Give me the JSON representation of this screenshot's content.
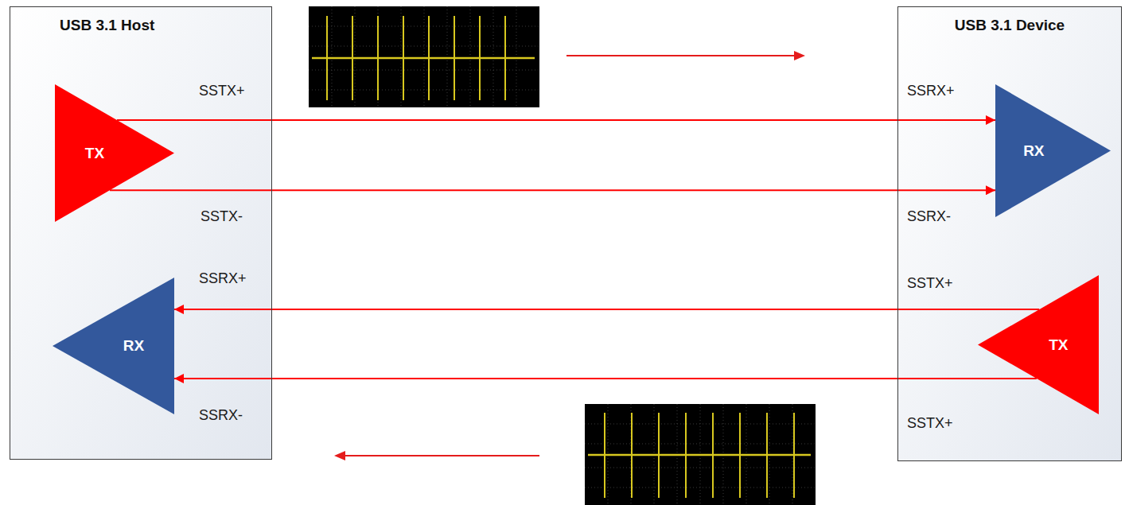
{
  "diagram": {
    "nodes": [
      {
        "text": [
          "USB 3.1 Host"
        ]
      },
      {
        "text": [
          "TX"
        ],
        "in": 0
      },
      {
        "text": [
          "RX"
        ],
        "in": 0
      },
      {
        "text": [
          "USB 3.1 Device"
        ]
      },
      {
        "text": [
          "RX"
        ],
        "in": 3
      },
      {
        "text": [
          "TX"
        ],
        "in": 3
      }
    ],
    "edges": [
      {
        "from": 1,
        "to": 4,
        "arrow": "to"
      },
      {
        "from": 1,
        "to": 4,
        "arrow": "to"
      },
      {
        "from": 5,
        "to": 2,
        "arrow": "to"
      },
      {
        "from": 5,
        "to": 2,
        "arrow": "to"
      }
    ],
    "labels": [
      "SSTX+",
      "SSRX+",
      "SSTX-",
      "SSRX-",
      "SSRX+",
      "SSTX+",
      "SSRX-",
      "SSTX+"
    ]
  }
}
